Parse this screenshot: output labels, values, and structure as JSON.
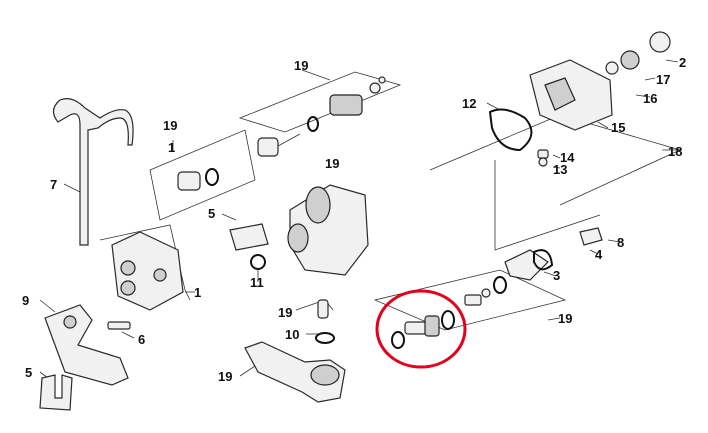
{
  "callouts": {
    "c19_top": "19",
    "c19_left": "19",
    "c19_mid": "19",
    "c19_valve": "19",
    "c19_right": "19",
    "c19_bottom": "19",
    "c1_top": "1",
    "c1_mid": "1",
    "c7": "7",
    "c5_mid": "5",
    "c5_bottom": "5",
    "c9": "9",
    "c6": "6",
    "c11": "11",
    "c10": "10",
    "c12": "12",
    "c14": "14",
    "c13": "13",
    "c15": "15",
    "c16": "16",
    "c17": "17",
    "c2": "2",
    "c18": "18",
    "c8": "8",
    "c4": "4",
    "c3": "3"
  },
  "colors": {
    "line": "#333333",
    "highlight_circle": "#e3001b",
    "background": "#ffffff"
  }
}
